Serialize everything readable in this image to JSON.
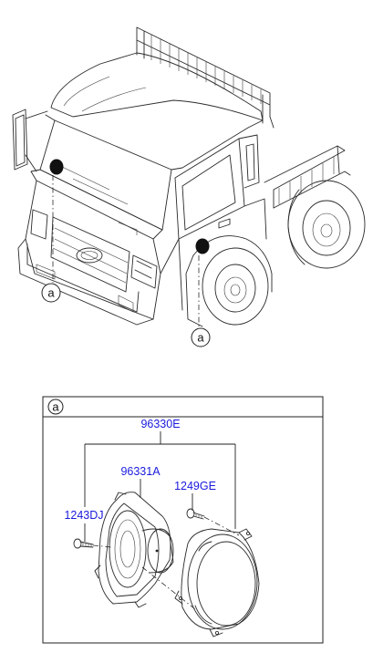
{
  "diagram": {
    "location_markers": [
      {
        "id": "left",
        "label": "a"
      },
      {
        "id": "right",
        "label": "a"
      }
    ],
    "detail_box": {
      "header_label": "a",
      "parts": [
        {
          "id": "assembly",
          "part_number": "96330E"
        },
        {
          "id": "speaker",
          "part_number": "96331A"
        },
        {
          "id": "screw_right",
          "part_number": "1249GE"
        },
        {
          "id": "screw_left",
          "part_number": "1243DJ"
        }
      ]
    }
  }
}
